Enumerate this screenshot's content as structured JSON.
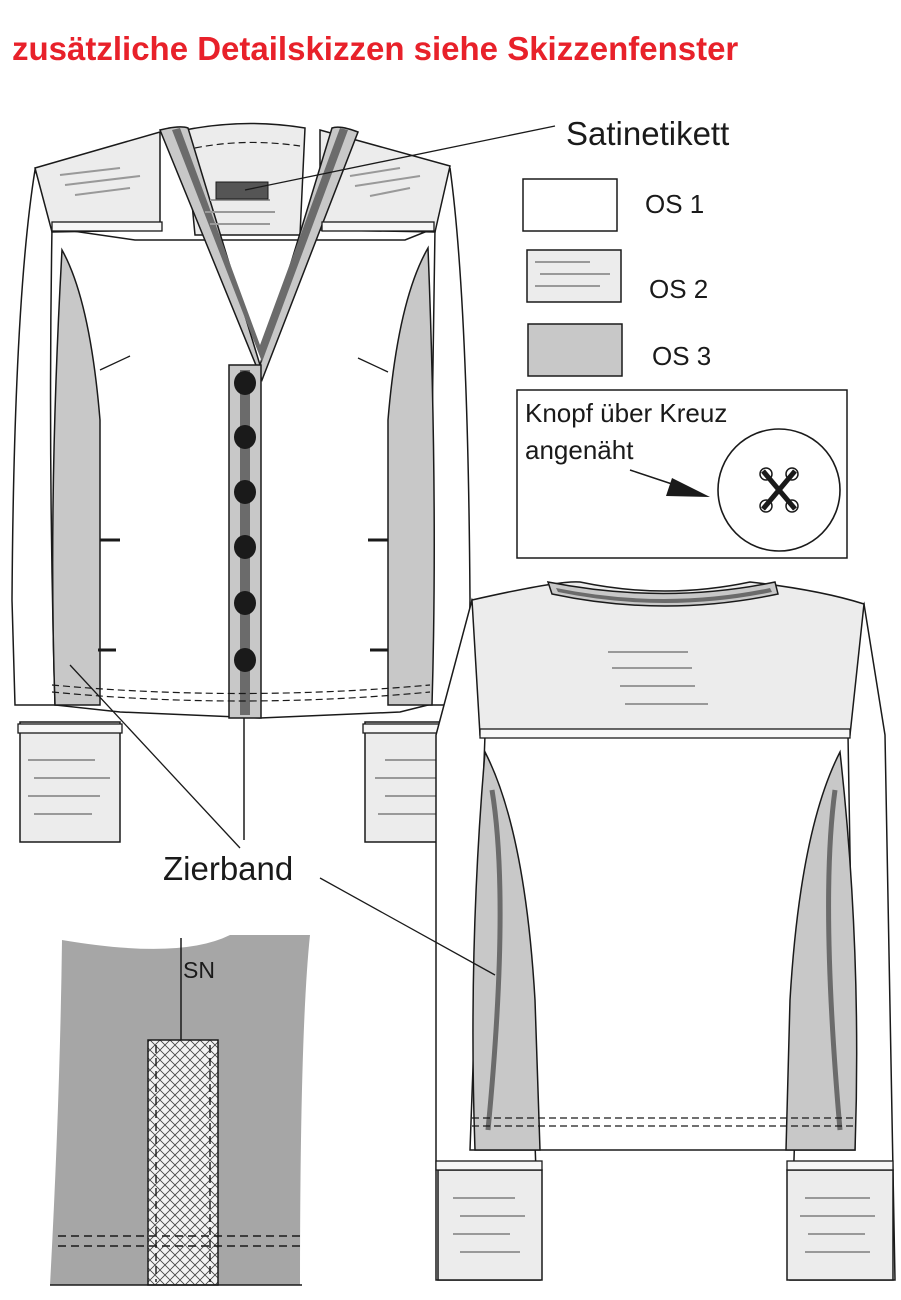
{
  "header": {
    "title": "zusätzliche Detailskizzen siehe Skizzenfenster"
  },
  "labels": {
    "satinetikett": "Satinetikett",
    "zierband": "Zierband",
    "sn": "SN"
  },
  "legend": [
    {
      "label": "OS 1",
      "swatch": "plain-white"
    },
    {
      "label": "OS 2",
      "swatch": "light-gray-striped"
    },
    {
      "label": "OS 3",
      "swatch": "medium-gray"
    }
  ],
  "button_note": {
    "line1": "Knopf über Kreuz",
    "line2": "angenäht"
  },
  "colors": {
    "title": "#e8212a",
    "os1": "#ffffff",
    "os2": "#ececec",
    "os3": "#c8c8c8",
    "trim_dark": "#6b6b6b",
    "detail_bg": "#a6a6a6",
    "line": "#1a1a1a"
  }
}
